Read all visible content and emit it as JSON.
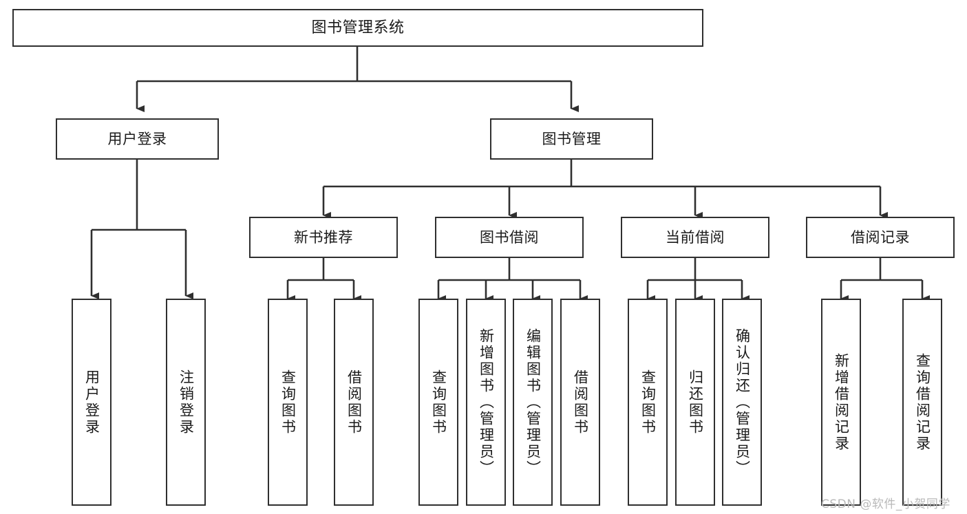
{
  "diagram": {
    "type": "tree-hierarchy",
    "title": "图书管理系统",
    "orientation": "top-down",
    "colors": {
      "box_border": "#2f2f2f",
      "box_fill": "#ffffff",
      "connector": "#2f2f2f",
      "background": "#ffffff",
      "watermark": "#b9b9b9"
    },
    "nodes": {
      "root": {
        "label": "图书管理系统",
        "level": 0
      },
      "level1": [
        {
          "id": "user-login",
          "label": "用户登录"
        },
        {
          "id": "book-management",
          "label": "图书管理"
        }
      ],
      "level2": [
        {
          "id": "new-book-recommend",
          "label": "新书推荐",
          "parent": "book-management"
        },
        {
          "id": "book-borrow",
          "label": "图书借阅",
          "parent": "book-management"
        },
        {
          "id": "current-borrow",
          "label": "当前借阅",
          "parent": "book-management"
        },
        {
          "id": "borrow-record",
          "label": "借阅记录",
          "parent": "book-management"
        }
      ],
      "leaves": {
        "user-login": [
          {
            "id": "leaf-user-login",
            "label": "用户登录"
          },
          {
            "id": "leaf-logout-login",
            "label": "注销登录"
          }
        ],
        "new-book-recommend": [
          {
            "id": "leaf-query-book-1",
            "label": "查询图书"
          },
          {
            "id": "leaf-borrow-book-1",
            "label": "借阅图书"
          }
        ],
        "book-borrow": [
          {
            "id": "leaf-query-book-2",
            "label": "查询图书"
          },
          {
            "id": "leaf-add-book",
            "label": "新增图书（管理员）"
          },
          {
            "id": "leaf-edit-book",
            "label": "编辑图书（管理员）"
          },
          {
            "id": "leaf-borrow-book-2",
            "label": "借阅图书"
          }
        ],
        "current-borrow": [
          {
            "id": "leaf-query-book-3",
            "label": "查询图书"
          },
          {
            "id": "leaf-return-book",
            "label": "归还图书"
          },
          {
            "id": "leaf-confirm-return",
            "label": "确认归还（管理员）"
          }
        ],
        "borrow-record": [
          {
            "id": "leaf-add-record",
            "label": "新增借阅记录"
          },
          {
            "id": "leaf-query-record",
            "label": "查询借阅记录"
          }
        ]
      }
    },
    "watermark": "CSDN @软件_小贺同学"
  }
}
